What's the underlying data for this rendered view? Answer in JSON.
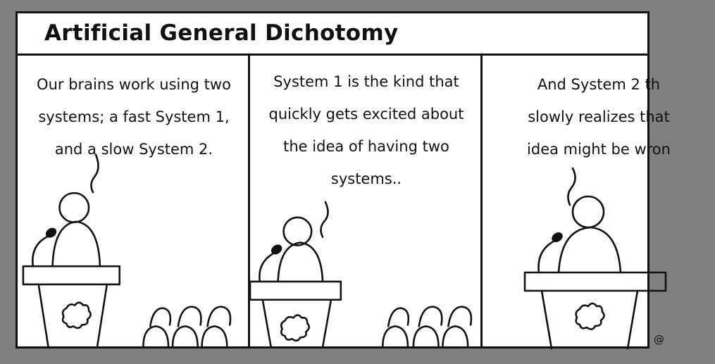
{
  "comic": {
    "title": "Artificial General Dichotomy",
    "panels": [
      {
        "caption": [
          "Our brains work using two",
          "systems; a fast System 1,",
          "and a slow System 2."
        ]
      },
      {
        "caption": [
          "System 1 is the kind that",
          "quickly gets excited about",
          "the idea of having two",
          "systems.."
        ]
      },
      {
        "caption": [
          "And System 2 th",
          "slowly realizes that",
          "idea might be wron"
        ]
      }
    ],
    "credit": "@"
  }
}
